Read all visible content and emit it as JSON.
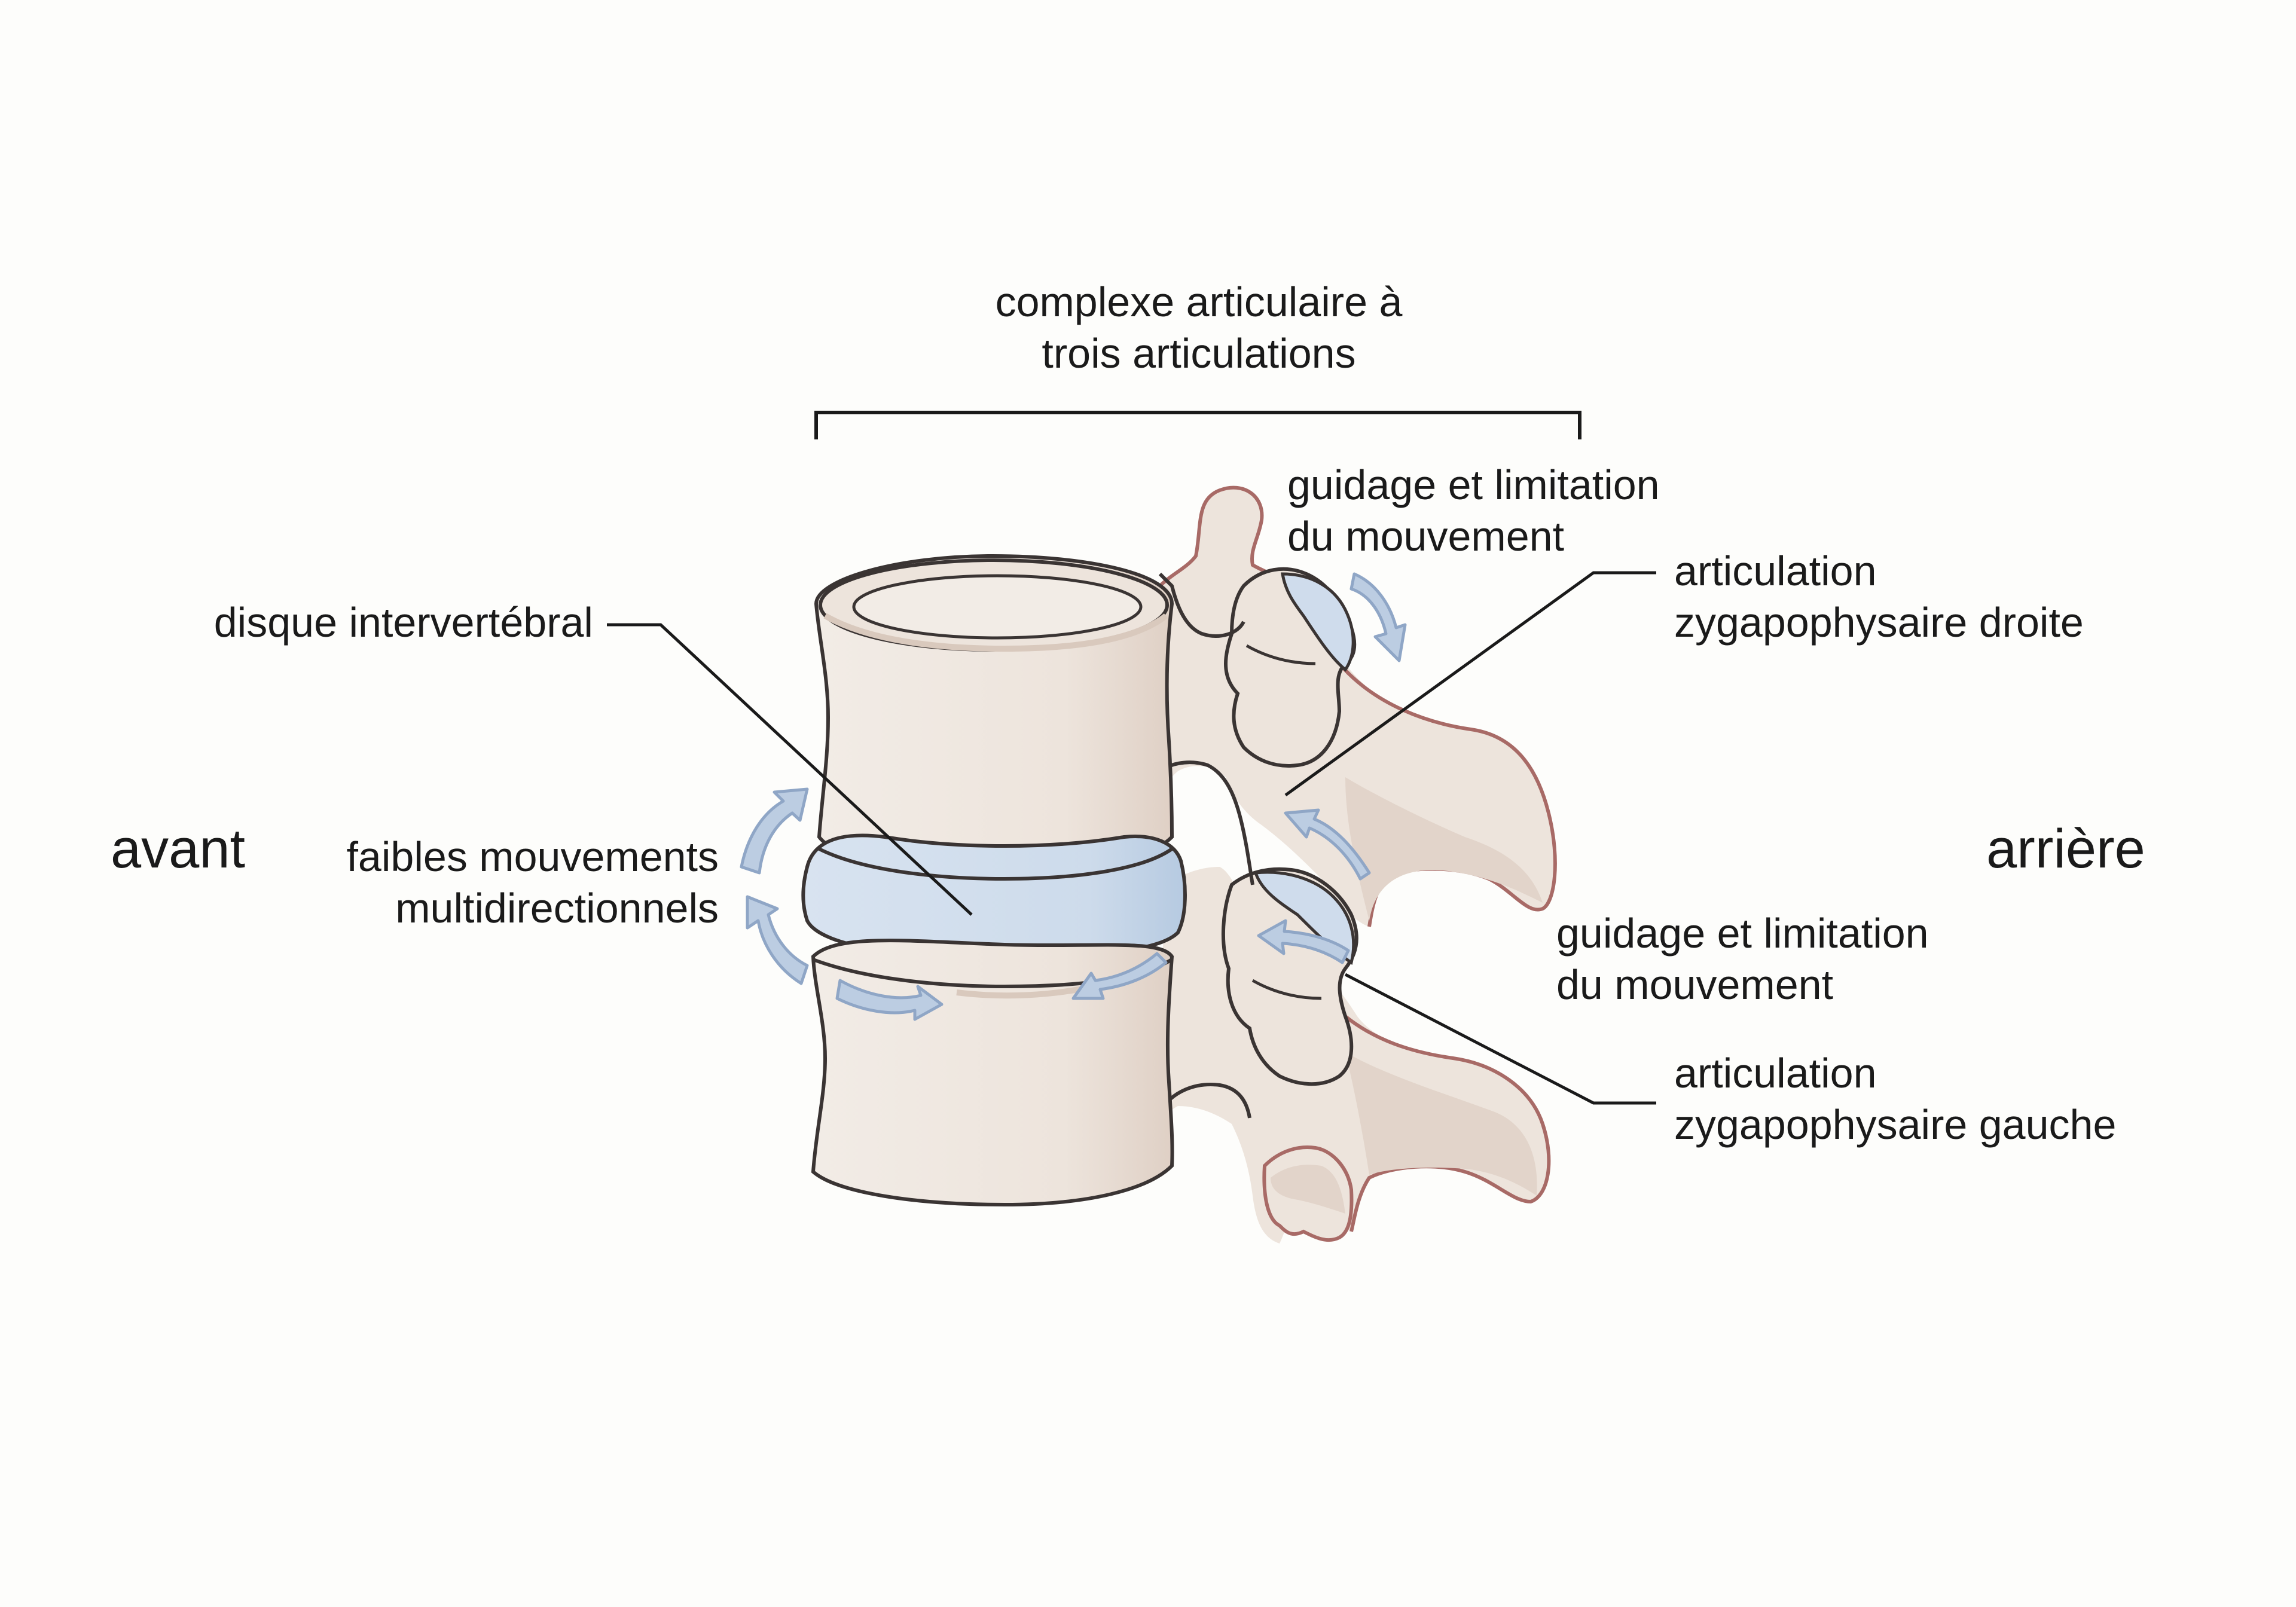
{
  "labels": {
    "complexe": [
      "complexe articulaire à",
      "trois articulations"
    ],
    "guidage_top": [
      "guidage et limitation",
      "du mouvement"
    ],
    "zyg_droite": [
      "articulation",
      "zygapophysaire droite"
    ],
    "disque": "disque intervertébral",
    "avant": "avant",
    "arriere": "arrière",
    "faibles": [
      "faibles mouvements",
      "multidirectionnels"
    ],
    "guidage_bottom": [
      "guidage et limitation",
      "du mouvement"
    ],
    "zyg_gauche": [
      "articulation",
      "zygapophysaire gauche"
    ]
  },
  "colors": {
    "bone": "#ede4dc",
    "bone_shade": "#e2d4ca",
    "process_outline": "#a86a66",
    "body_outline": "#3a3433",
    "disc": "#cfdcec",
    "disc_shade": "#b9cde3",
    "arrow_fill": "#bccde2",
    "arrow_stroke": "#8fa6c6",
    "leader": "#1a1a1a"
  }
}
